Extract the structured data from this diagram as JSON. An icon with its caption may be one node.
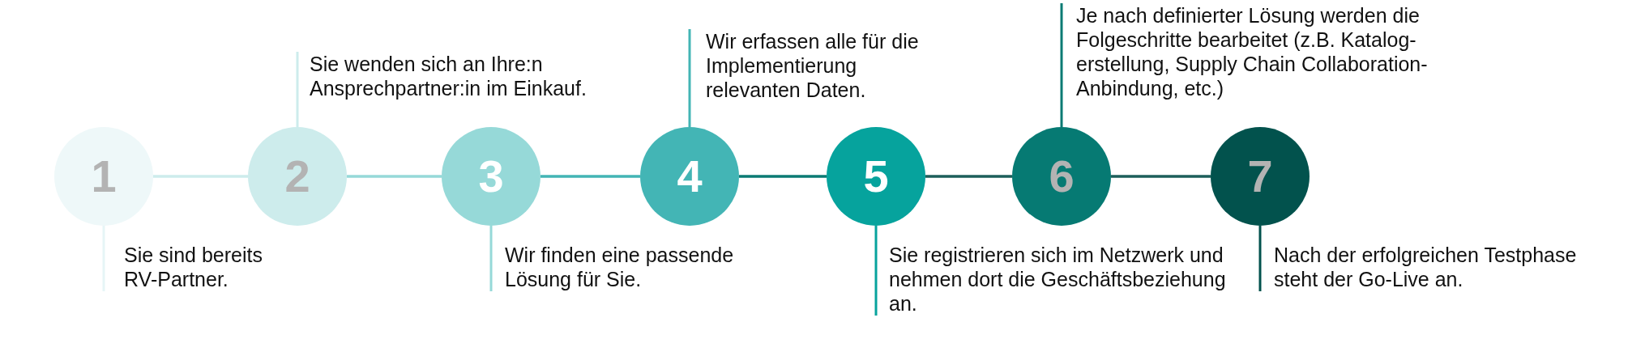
{
  "diagram": {
    "nodes": [
      {
        "text": [
          "1"
        ]
      },
      {
        "text": [
          "2"
        ]
      },
      {
        "text": [
          "3"
        ]
      },
      {
        "text": [
          "4"
        ]
      },
      {
        "text": [
          "5"
        ]
      },
      {
        "text": [
          "6"
        ]
      },
      {
        "text": [
          "7"
        ]
      },
      {
        "text": [
          "Sie sind bereits RV-Partner."
        ]
      },
      {
        "text": [
          "Sie wenden sich an Ihre:n Ansprechpartner:in im Einkauf."
        ]
      },
      {
        "text": [
          "Wir finden eine passende Lösung für Sie."
        ]
      },
      {
        "text": [
          "Wir erfassen alle für die Implementierung relevanten Daten."
        ]
      },
      {
        "text": [
          "Sie registrieren sich im Netzwerk und nehmen dort die Geschäftsbeziehung an."
        ]
      },
      {
        "text": [
          "Je nach definierter Lösung werden die Folgeschritte bearbeitet (z.B. Katalog-erstellung, Supply Chain Collaboration-Anbindung, etc.)"
        ]
      },
      {
        "text": [
          "Nach der erfolgreichen Testphase steht der Go-Live an."
        ]
      }
    ],
    "edges": [
      {
        "from": 0,
        "to": 1,
        "arrow": "none",
        "color": "#cdecec"
      },
      {
        "from": 1,
        "to": 2,
        "arrow": "none",
        "color": "#96d9d8"
      },
      {
        "from": 2,
        "to": 3,
        "arrow": "none",
        "color": "#43b5b5"
      },
      {
        "from": 3,
        "to": 4,
        "arrow": "none",
        "color": "#0a7a73"
      },
      {
        "from": 4,
        "to": 5,
        "arrow": "none",
        "color": "#1d5e5a"
      },
      {
        "from": 5,
        "to": 6,
        "arrow": "none",
        "color": "#1d5e5a"
      },
      {
        "from": 7,
        "to": 0,
        "arrow": "none",
        "color": "#e6f5f6"
      },
      {
        "from": 8,
        "to": 1,
        "arrow": "none",
        "color": "#cdecec"
      },
      {
        "from": 9,
        "to": 2,
        "arrow": "none",
        "color": "#96d9d8"
      },
      {
        "from": 10,
        "to": 3,
        "arrow": "none",
        "color": "#43b5b5"
      },
      {
        "from": 11,
        "to": 4,
        "arrow": "none",
        "color": "#06a39d"
      },
      {
        "from": 12,
        "to": 5,
        "arrow": "none",
        "color": "#067a73"
      },
      {
        "from": 13,
        "to": 6,
        "arrow": "none",
        "color": "#02524d"
      }
    ]
  }
}
